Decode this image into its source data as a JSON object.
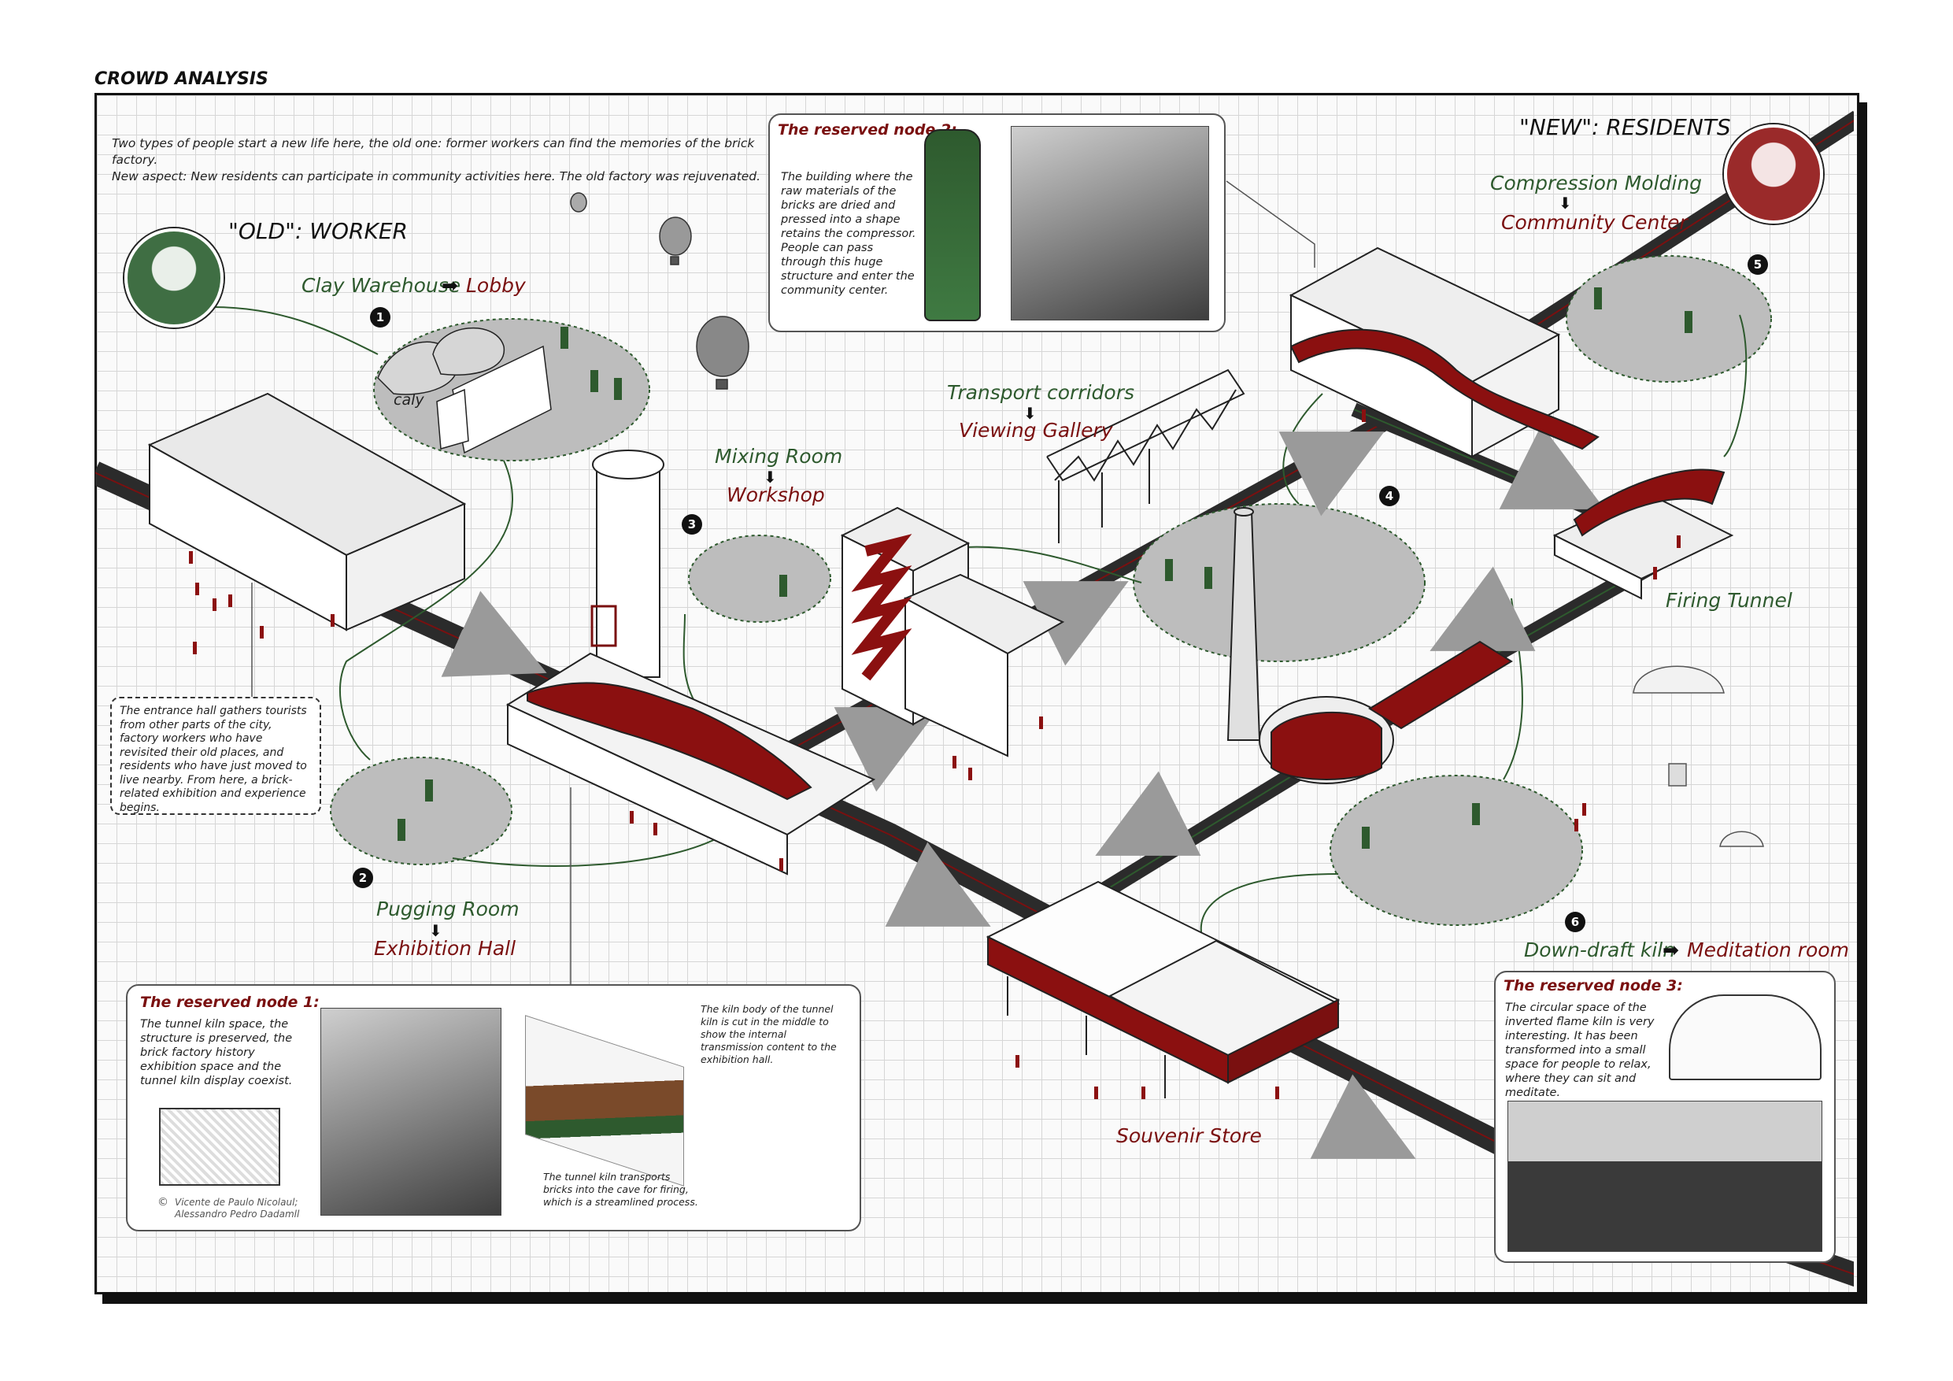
{
  "title": "CROWD ANALYSIS",
  "intro": {
    "line1": "Two types of people start a new life here, the old one: former workers can find the memories of the brick factory.",
    "line2": "New aspect: New residents can participate in community activities here. The old factory was rejuvenated."
  },
  "groups": {
    "old": "\"OLD\": WORKER",
    "new": "\"NEW\": RESIDENTS"
  },
  "nodes": [
    {
      "number": "1",
      "from": "Clay Warehouse",
      "to": "Lobby"
    },
    {
      "number": "2",
      "from": "Pugging Room",
      "to": "Exhibition Hall"
    },
    {
      "number": "3",
      "from": "Mixing Room",
      "to": "Workshop"
    },
    {
      "number": "4",
      "from": "Transport corridors",
      "to": "Viewing Gallery"
    },
    {
      "number": "5",
      "from": "Compression Molding",
      "to": "Community Center"
    },
    {
      "number": "6",
      "from": "Down-draft kiln",
      "to": "Meditation room"
    }
  ],
  "standalone_labels": {
    "firing_tunnel": "Firing Tunnel",
    "souvenir_store": "Souvenir Store",
    "caly": "caly"
  },
  "entrance_note": "The entrance hall gathers tourists from other parts of the city, factory workers who have revisited their old places, and residents who have just moved to live nearby. From here, a brick-related exhibition and experience begins.",
  "reserved": {
    "node1": {
      "title": "The reserved node 1:",
      "text": "The tunnel kiln space, the structure is preserved, the brick factory history exhibition space and the tunnel kiln display coexist.",
      "credit": "Vicente de Paulo Nicolaul; Alessandro Pedro Dadamll",
      "credit_symbol": "©",
      "note_top": "The kiln body of the tunnel kiln is cut in the middle to show the internal transmission content to the exhibition hall.",
      "note_bottom": "The tunnel kiln transports bricks into the cave for firing, which is a streamlined process."
    },
    "node2": {
      "title": "The reserved node 2:",
      "text": "The building where the raw materials of the bricks are dried and pressed into a shape retains the compressor. People can pass through this huge structure and enter the community center."
    },
    "node3": {
      "title": "The reserved node 3:",
      "text": "The circular space of the inverted flame kiln is very interesting. It has been transformed into a small space for people to relax, where they can sit and meditate."
    }
  },
  "colors": {
    "accent_red": "#7a1010",
    "accent_green": "#2e5a2e",
    "road": "#2b2b2b",
    "grid": "#d6d6d6"
  },
  "icons": [
    "worker-avatar-icon",
    "resident-avatar-icon",
    "hot-air-balloon-icon",
    "parachute-icon",
    "flow-arrow-icon"
  ]
}
